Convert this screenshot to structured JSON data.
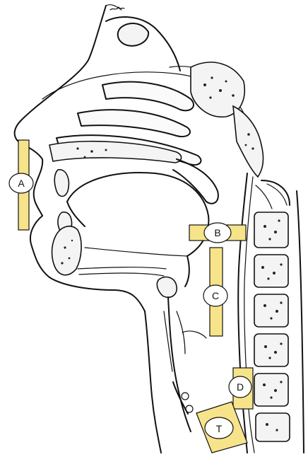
{
  "labels": {
    "a": "A",
    "b": "B",
    "c": "C",
    "d": "D",
    "t": "T"
  },
  "colors": {
    "marker_fill": "#f7e48a",
    "label_circle": "#ffffff",
    "ink": "#111111"
  }
}
